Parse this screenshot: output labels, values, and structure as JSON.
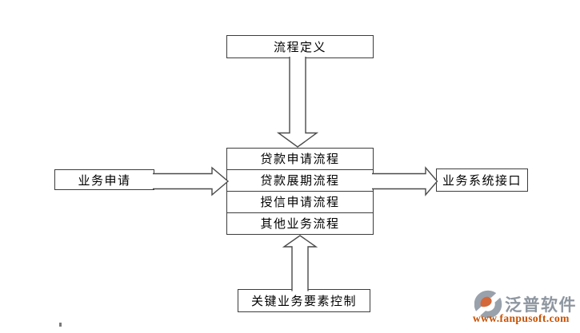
{
  "diagram": {
    "top_box": "流程定义",
    "stack_rows": [
      "贷款申请流程",
      "贷款展期流程",
      "授信申请流程",
      "其他业务流程"
    ],
    "left_box": "业务申请",
    "right_box": "业务系统接口",
    "bottom_box": "关键业务要素控制",
    "arrows": [
      "process-definition-down-to-stack",
      "business-request-right-to-stack",
      "stack-right-to-system-interface",
      "control-up-to-stack"
    ],
    "line_color": "#3d3d3d",
    "text_color": "#000000",
    "background_color": "#ffffff"
  },
  "branding": {
    "name": "泛普软件",
    "website": "www.fanpusoft.com",
    "icon": "fanpu-circle-swoosh-icon",
    "name_color": "#8e96a0",
    "website_color": "#c85000",
    "icon_gray": "#99a1ac",
    "icon_orange": "#d4683a"
  }
}
